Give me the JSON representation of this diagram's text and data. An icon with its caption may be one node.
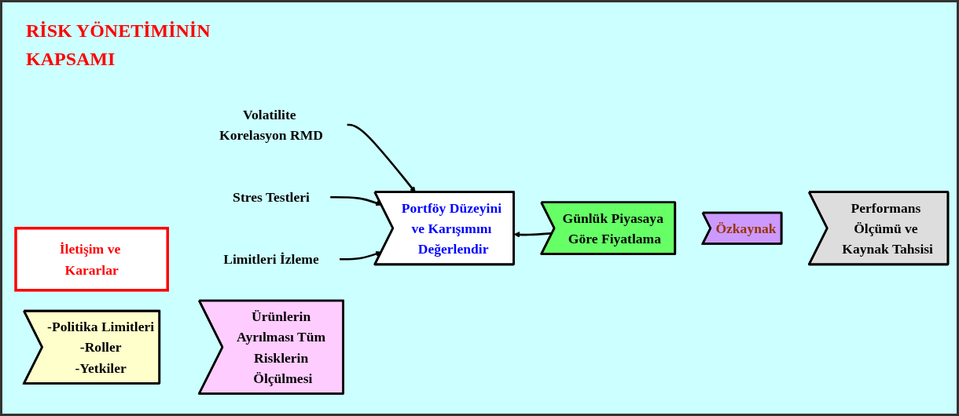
{
  "diagram": {
    "title": "RİSK YÖNETİMİNİN KAPSAMI",
    "nodes": [
      {
        "text": [
          "Volatilite Korelasyon RMD"
        ]
      },
      {
        "text": [
          "İletişim ve Kararlar"
        ]
      },
      {
        "text": [
          "-Politika Limitleri",
          "-Roller",
          "-Yetkiler"
        ]
      },
      {
        "text": [
          "Ürünlerin Ayrılması Tüm Risklerin Ölçülmesi"
        ]
      },
      {
        "text": [
          "Portföy Düzeyini ve Karışımını Değerlendir"
        ]
      },
      {
        "text": [
          "Günlük Piyasaya Göre Fiyatlama"
        ]
      },
      {
        "text": [
          "Özkaynak"
        ]
      },
      {
        "text": [
          "Performans Ölçümü ve Kaynak Tahsisi"
        ]
      },
      {
        "text": [
          "Stres Testleri"
        ]
      },
      {
        "text": [
          "Limitleri İzleme"
        ]
      }
    ],
    "edges": [
      {
        "from": 0,
        "to": 4,
        "arrow": "to"
      },
      {
        "from": 5,
        "to": 4,
        "arrow": "to"
      },
      {
        "from": 8,
        "to": 4,
        "arrow": "to"
      },
      {
        "from": 9,
        "to": 4,
        "arrow": "to"
      }
    ]
  }
}
